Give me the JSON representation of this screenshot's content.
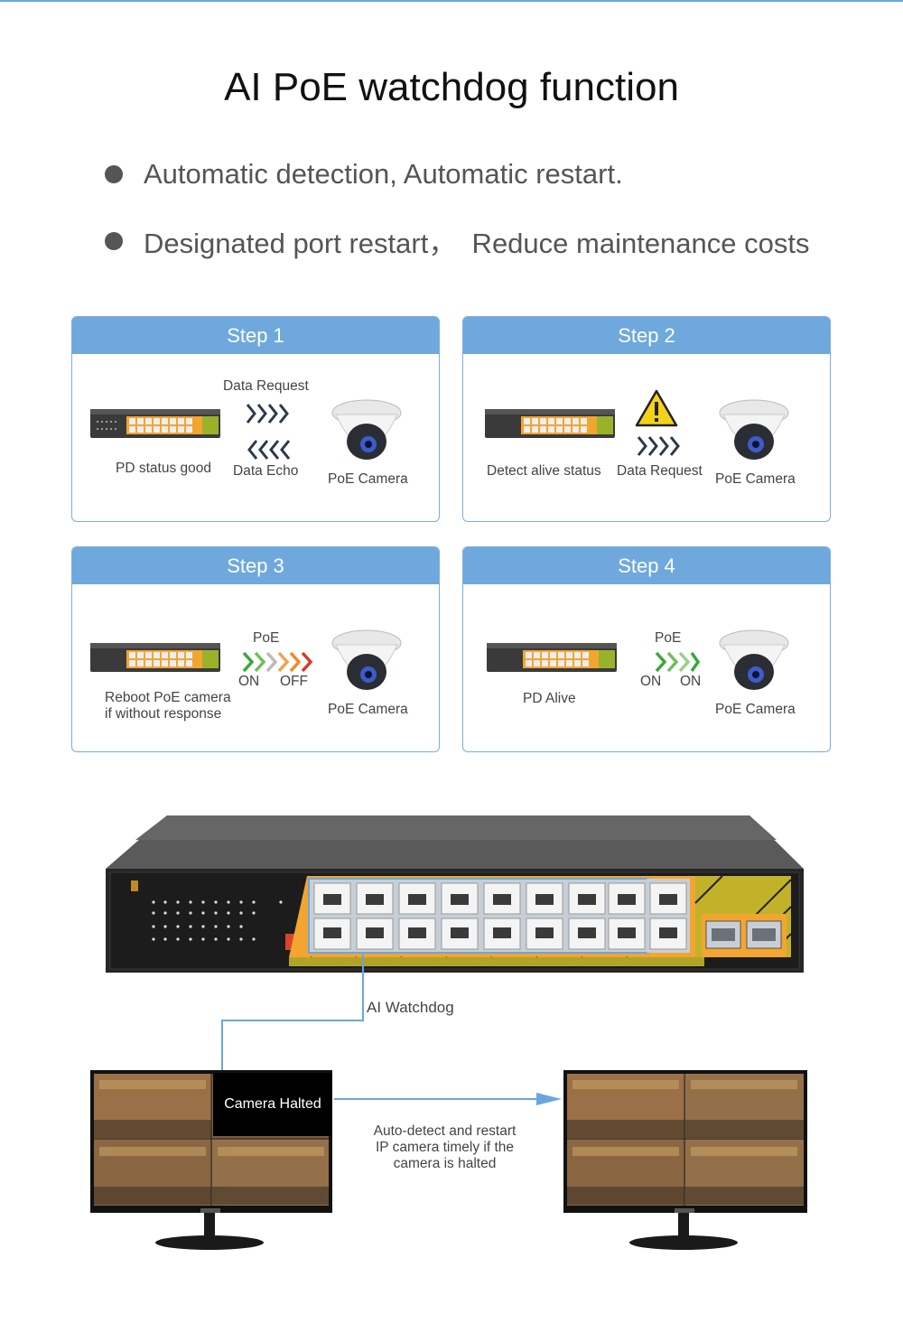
{
  "title": "AI PoE watchdog function",
  "bullets": [
    "Automatic detection, Automatic restart.",
    "Designated port restart，  Reduce maintenance costs"
  ],
  "steps": [
    {
      "heading": "Step 1",
      "labels": {
        "switch": "PD status good",
        "top": "Data Request",
        "bottom": "Data Echo",
        "camera": "PoE Camera"
      }
    },
    {
      "heading": "Step 2",
      "labels": {
        "switch": "Detect alive status",
        "middle": "Data Request",
        "camera": "PoE Camera"
      }
    },
    {
      "heading": "Step 3",
      "labels": {
        "switch_line1": "Reboot PoE camera",
        "switch_line2": "if without response",
        "poe": "PoE",
        "on": "ON",
        "off": "OFF",
        "camera": "PoE Camera"
      }
    },
    {
      "heading": "Step 4",
      "labels": {
        "switch": "PD Alive",
        "poe": "PoE",
        "on1": "ON",
        "on2": "ON",
        "camera": "PoE Camera"
      }
    }
  ],
  "diagram": {
    "watchdog_label": "AI Watchdog",
    "halted_label": "Camera Halted",
    "note": [
      "Auto-detect and restart",
      "IP camera timely if the",
      "camera is halted"
    ]
  },
  "colors": {
    "accent": "#6fa8dc",
    "arrow_dark": "#2b3a4a",
    "arrow_green": "#3aa83a",
    "arrow_orange": "#f08a2a",
    "arrow_red": "#d93a2a",
    "warning": "#f2d21b"
  }
}
